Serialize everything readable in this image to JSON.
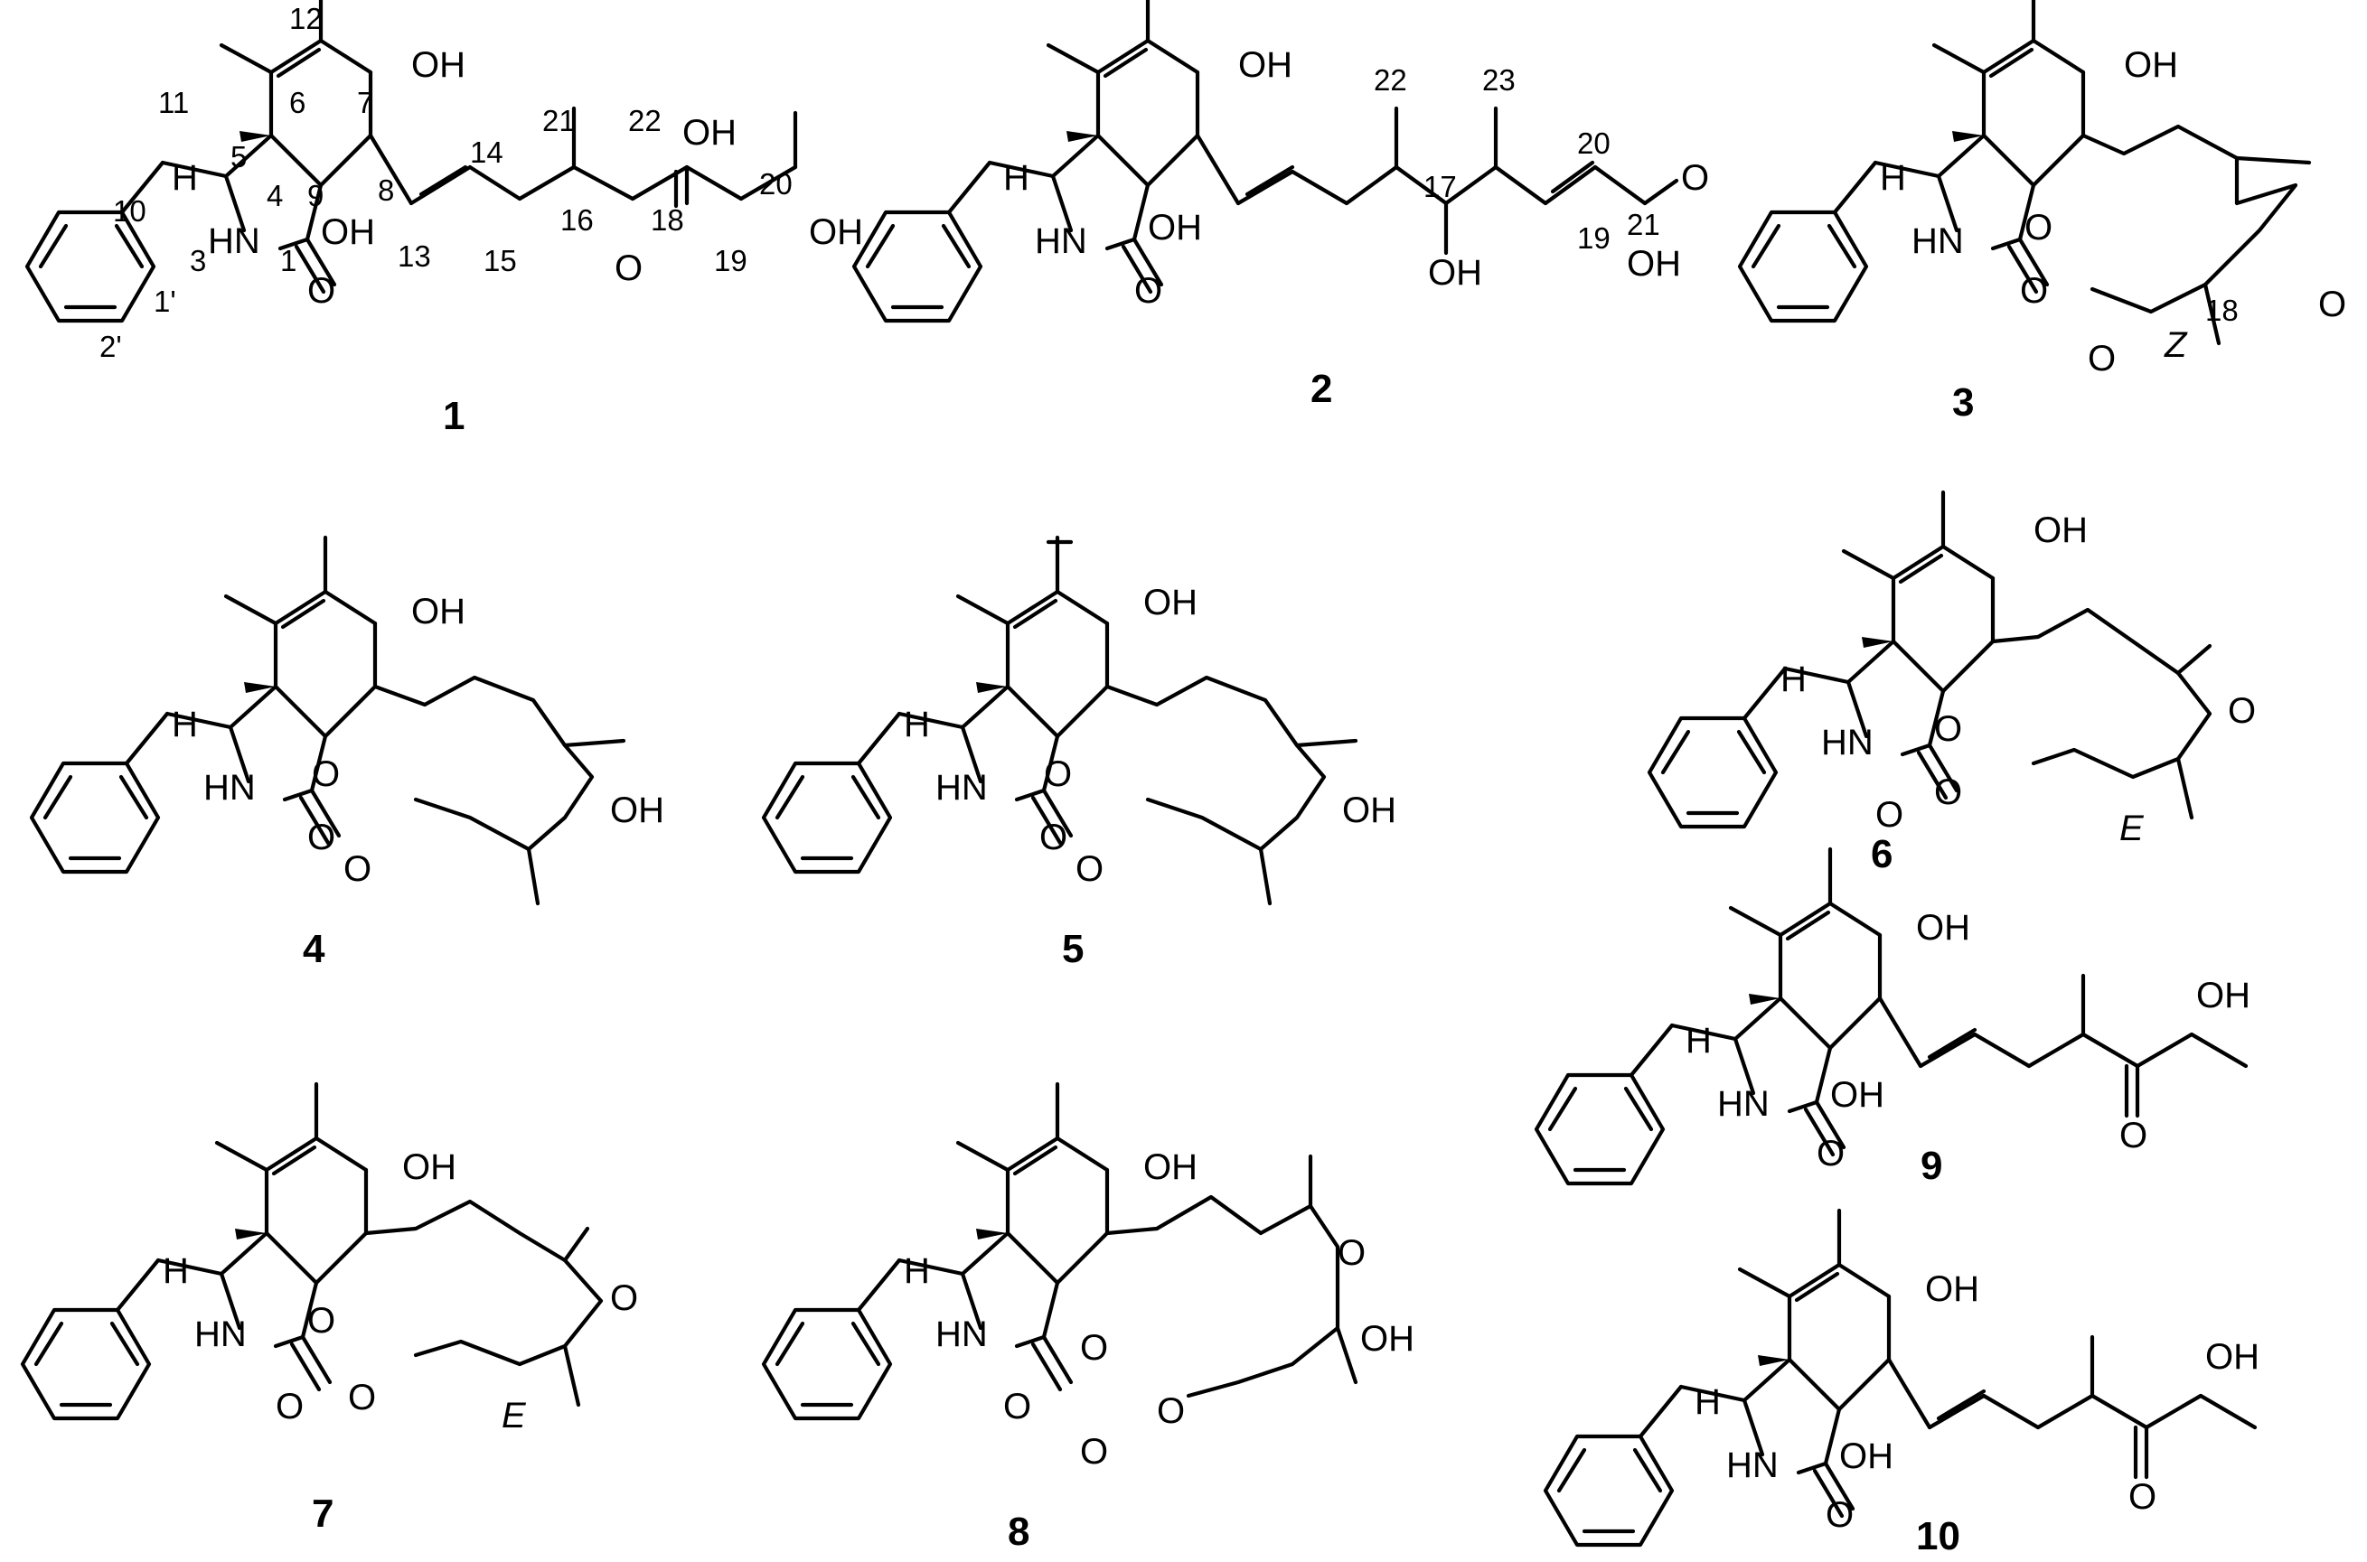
{
  "figure": {
    "compounds": [
      {
        "id": "1",
        "label": "1"
      },
      {
        "id": "2",
        "label": "2"
      },
      {
        "id": "3",
        "label": "3",
        "geometry": "Z"
      },
      {
        "id": "4",
        "label": "4"
      },
      {
        "id": "5",
        "label": "5"
      },
      {
        "id": "6",
        "label": "6",
        "geometry": "E"
      },
      {
        "id": "7",
        "label": "7",
        "geometry": "E"
      },
      {
        "id": "8",
        "label": "8"
      },
      {
        "id": "9",
        "label": "9"
      },
      {
        "id": "10",
        "label": "10"
      }
    ],
    "atoms": {
      "oh": "OH",
      "o": "O",
      "hn": "HN",
      "h": "H"
    },
    "numbering_c1": [
      "12",
      "11",
      "6",
      "7",
      "5",
      "10",
      "4",
      "9",
      "8",
      "14",
      "13",
      "15",
      "16",
      "21",
      "22",
      "18",
      "19",
      "20",
      "3",
      "1",
      "1'",
      "2'"
    ],
    "numbering_c2": [
      "22",
      "23",
      "17",
      "20",
      "19",
      "21"
    ],
    "numbering_c3": [
      "18"
    ]
  }
}
